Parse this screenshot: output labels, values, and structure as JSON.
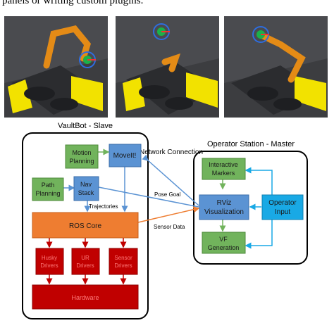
{
  "caption": "panels or writing custom plugins.",
  "colors": {
    "green": "#71b35c",
    "blue": "#5b93d3",
    "orange": "#ee7d31",
    "red": "#c00000",
    "cyan": "#19a9e5",
    "sim_background": "#3c3d40",
    "robot_arm": "#e48b16",
    "robot_base": "#f2e200"
  },
  "photos": [
    {
      "label": "simulation-view-1"
    },
    {
      "label": "simulation-view-2"
    },
    {
      "label": "simulation-view-3"
    }
  ],
  "slave": {
    "title": "VaultBot - Slave",
    "motion_planning": "Motion Planning",
    "moveit": "MoveIt!",
    "path_planning": "Path Planning",
    "nav_stack": "Nav Stack",
    "ros_core": "ROS Core",
    "husky_drivers": "Husky Drivers",
    "ur_drivers": "UR Drivers",
    "sensor_drivers": "Sensor Drivers",
    "hardware": "Hardware"
  },
  "master": {
    "title": "Operator Station - Master",
    "interactive_markers": "Interactive Markers",
    "rviz": "RViz Visualization",
    "operator_input": "Operator Input",
    "vf_generation": "VF Generation"
  },
  "links": {
    "network_connection": "Network Connection",
    "trajectories": "Trajectories",
    "pose_goal": "Pose Goal",
    "sensor_data": "Sensor Data"
  }
}
